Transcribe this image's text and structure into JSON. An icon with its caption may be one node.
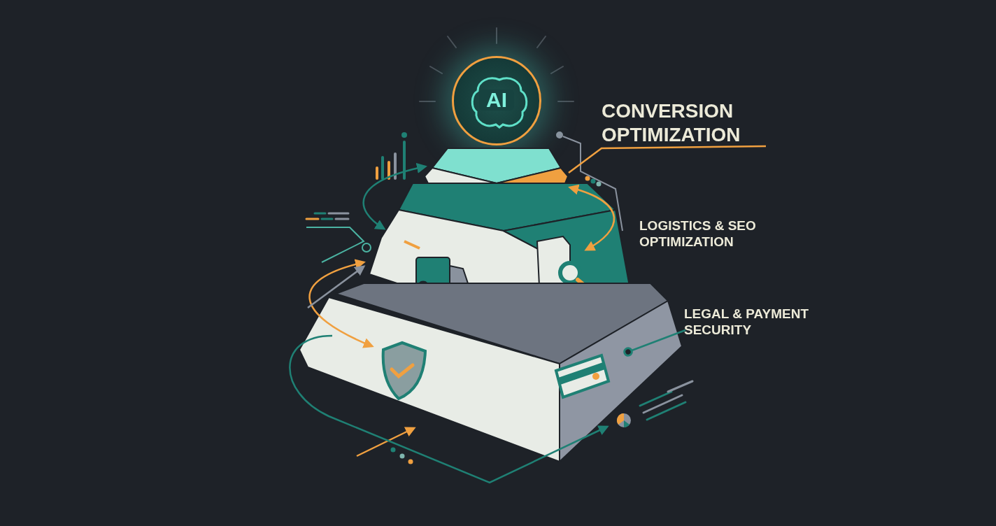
{
  "diagram": {
    "nodes": [
      {
        "text": [
          "AI"
        ]
      },
      {
        "text": [],
        "shape": "box"
      },
      {
        "text": [],
        "shape": "box"
      },
      {
        "text": [],
        "shape": "box"
      },
      {
        "text": [
          "CONVERSION OPTIMIZATION"
        ]
      },
      {
        "text": [
          "LOGISTICS & SEO OPTIMIZATION"
        ]
      },
      {
        "text": [
          "LEGAL & PAYMENT SECURITY"
        ]
      }
    ],
    "edges": [
      {
        "from": 4,
        "to": 1,
        "arrow": "none",
        "color": "#f0a040"
      },
      {
        "from": 2,
        "to": 1,
        "arrow": "both",
        "color": "#1f8074"
      },
      {
        "from": 3,
        "to": 2,
        "arrow": "both",
        "color": "#f0a040"
      },
      {
        "from": 1,
        "to": 2,
        "arrow": "both",
        "color": "#f0a040"
      },
      {
        "from": 6,
        "to": 3,
        "arrow": "other",
        "color": "#1f8074"
      },
      {
        "from": null,
        "to": 2,
        "arrow": "to",
        "color": "#8a929e"
      },
      {
        "from": null,
        "to": 3,
        "arrow": "to",
        "color": "#f0a040"
      },
      {
        "from": null,
        "to": 3,
        "arrow": "to",
        "color": "#1f8074"
      }
    ]
  }
}
